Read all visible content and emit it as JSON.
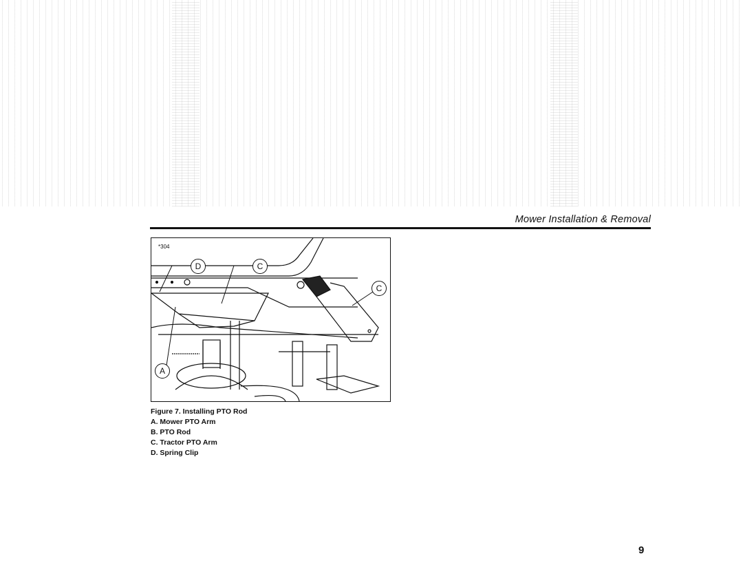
{
  "header": {
    "section_title": "Mower Installation & Removal"
  },
  "figure": {
    "figure_number_tag": "*304",
    "callouts": [
      "D",
      "C",
      "C",
      "A"
    ],
    "caption_title": "Figure 7. Installing PTO Rod",
    "legend": [
      "A. Mower PTO Arm",
      "B. PTO Rod",
      "C. Tractor PTO Arm",
      "D. Spring Clip"
    ]
  },
  "page_number": "9"
}
